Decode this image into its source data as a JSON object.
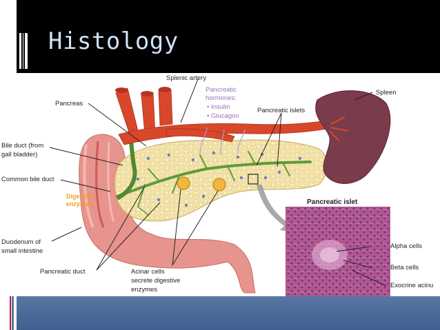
{
  "slide": {
    "title": "Histology"
  },
  "diagram": {
    "labels": {
      "splenic_artery": "Splenic artery",
      "pancreatic_hormones_1": "Pancreatic",
      "pancreatic_hormones_2": "hormones:",
      "insulin": "• Insulin",
      "glucagon": "• Glucagon",
      "pancreas": "Pancreas",
      "pancreatic_islets": "Pancreatic islets",
      "spleen": "Spleen",
      "bile_duct_1": "Bile duct (from",
      "bile_duct_2": "gall bladder)",
      "common_bile_duct": "Common bile duct",
      "digestive_enzymes_1": "Digestive",
      "digestive_enzymes_2": "enzymes",
      "duodenum_1": "Duodenum of",
      "duodenum_2": "small intestine",
      "pancreatic_duct": "Pancreatic duct",
      "acinar_1": "Acinar cells",
      "acinar_2": "secrete digestive",
      "acinar_3": "enzymes",
      "pancreatic_islet": "Pancreatic islet",
      "alpha_cells": "Alpha cells",
      "beta_cells": "Beta cells",
      "exocrine_acini": "Exocrine acinu"
    }
  },
  "colors": {
    "artery": "#d9472b",
    "pancreas": "#f3e3a8",
    "duct": "#5f9a3a",
    "spleen": "#7a3b4b",
    "intestine": "#e7938e",
    "hormone_label": "#9a6fc0",
    "enzyme_label": "#f0a020",
    "footer": "#4a6a98"
  }
}
